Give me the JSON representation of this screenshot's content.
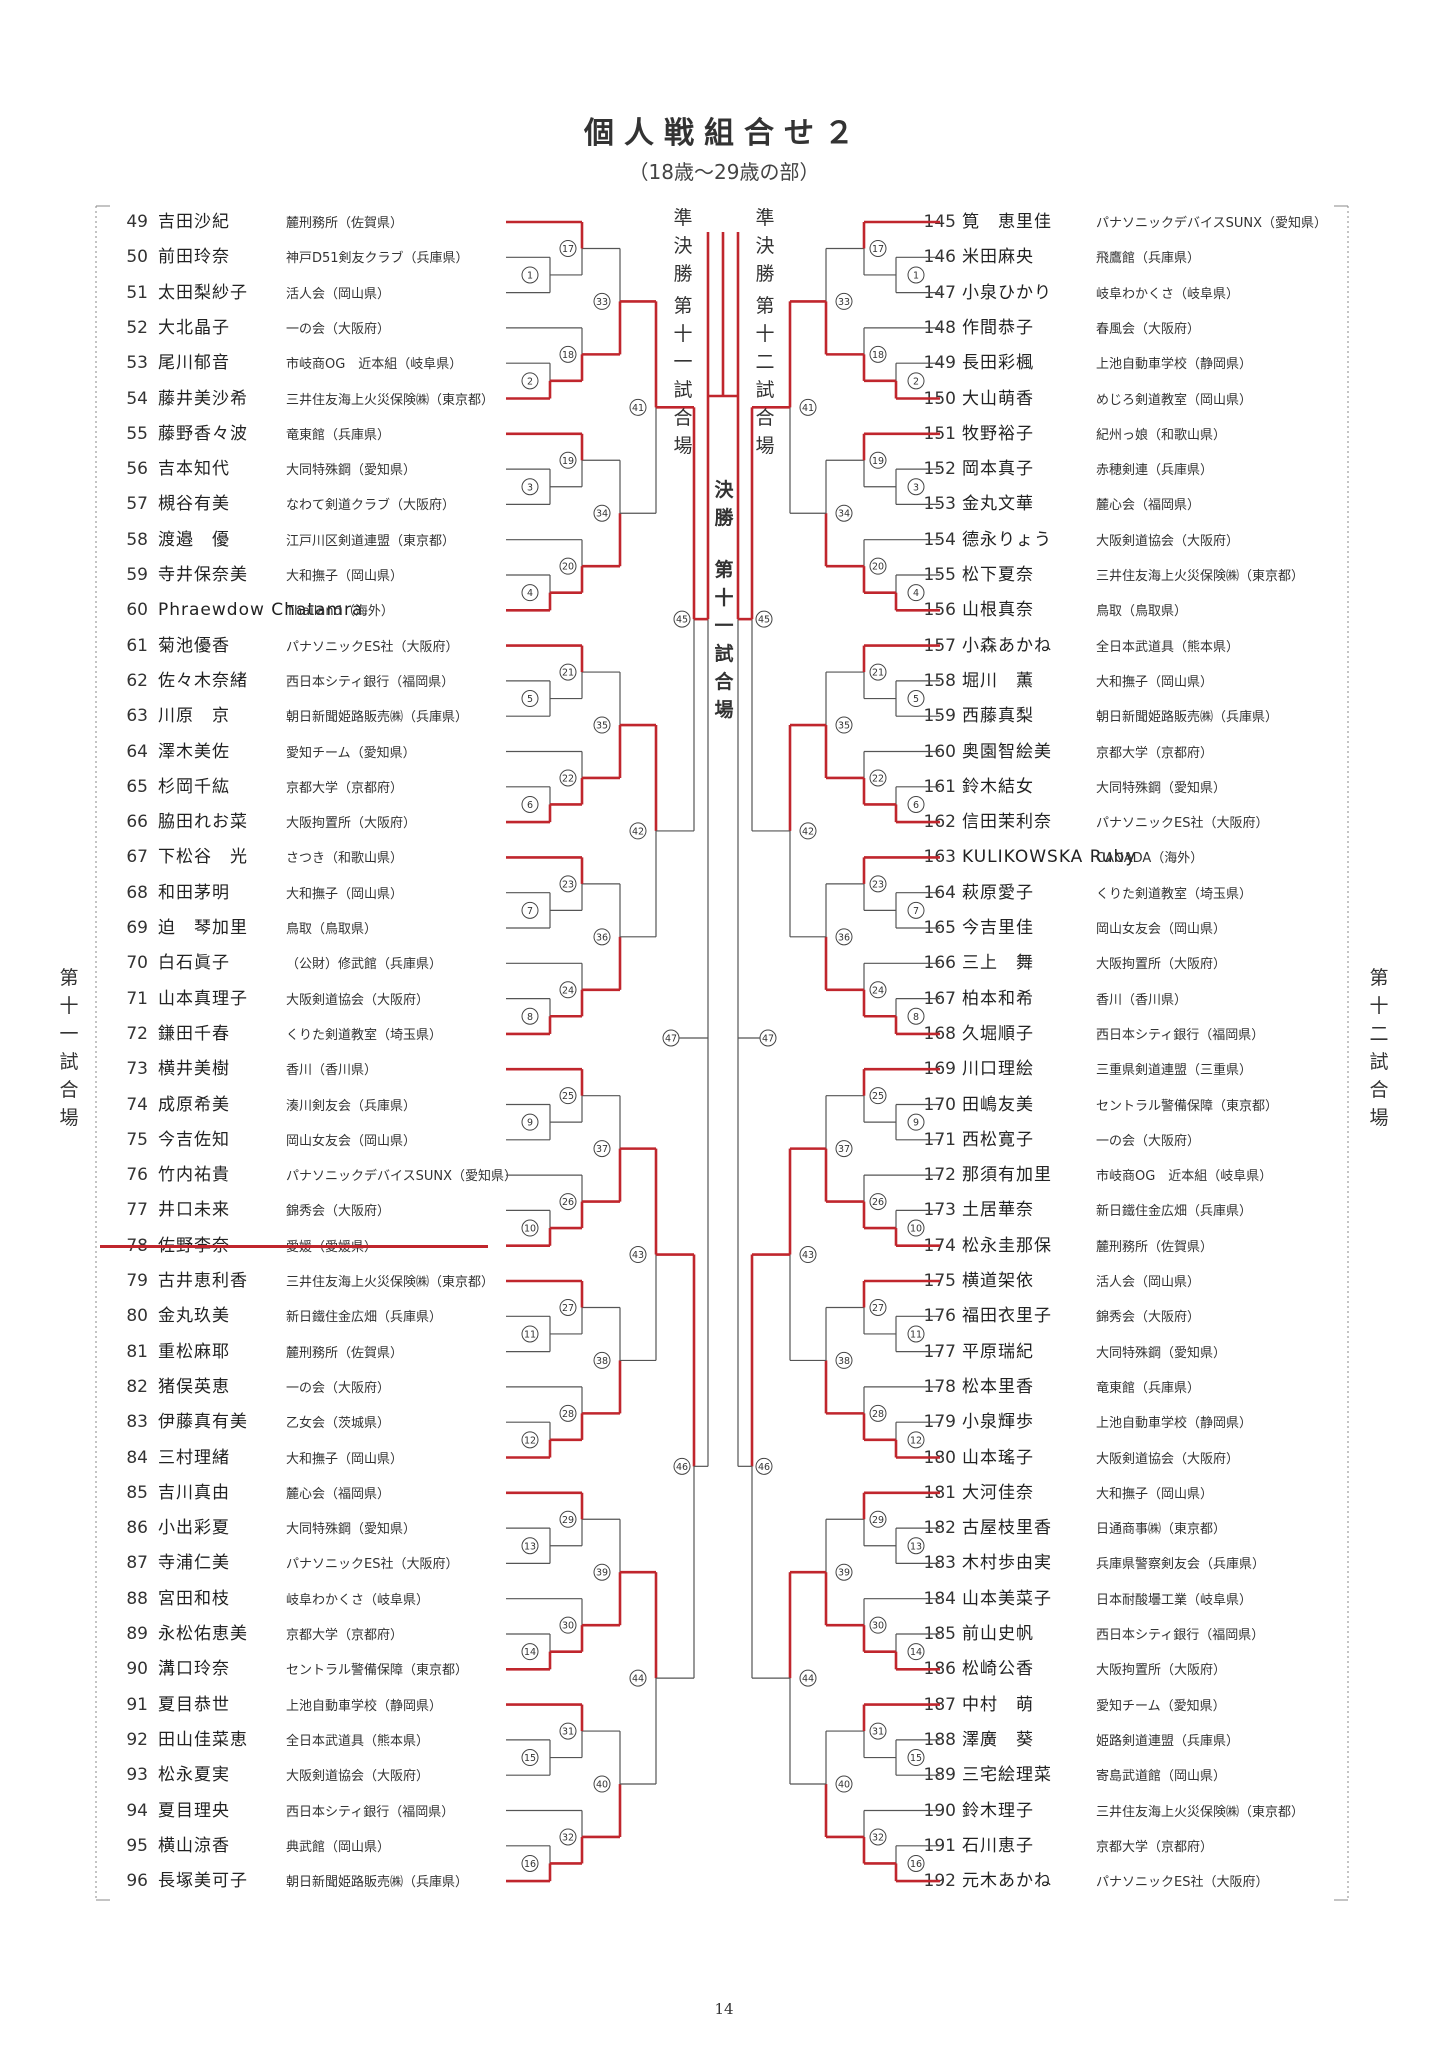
{
  "title": "個人戦組合せ２",
  "subtitle": "（18歳～29歳の部）",
  "page_number": "14",
  "labels": {
    "semifinal": "準決勝",
    "final": "決勝",
    "court_11": "第十一試合場",
    "court_12": "第十二試合場"
  },
  "left_entries": [
    {
      "num": "49",
      "name": "吉田沙紀",
      "club": "麓刑務所（佐賀県）"
    },
    {
      "num": "50",
      "name": "前田玲奈",
      "club": "神戸D51剣友クラブ（兵庫県）"
    },
    {
      "num": "51",
      "name": "太田梨紗子",
      "club": "活人会（岡山県）"
    },
    {
      "num": "52",
      "name": "大北晶子",
      "club": "一の会（大阪府）"
    },
    {
      "num": "53",
      "name": "尾川郁音",
      "club": "市岐商OG　近本組（岐阜県）"
    },
    {
      "num": "54",
      "name": "藤井美沙希",
      "club": "三井住友海上火災保険㈱（東京都）"
    },
    {
      "num": "55",
      "name": "藤野香々波",
      "club": "竜東館（兵庫県）"
    },
    {
      "num": "56",
      "name": "吉本知代",
      "club": "大同特殊鋼（愛知県）"
    },
    {
      "num": "57",
      "name": "槻谷有美",
      "club": "なわて剣道クラブ（大阪府）"
    },
    {
      "num": "58",
      "name": "渡邉　優",
      "club": "江戸川区剣道連盟（東京都）"
    },
    {
      "num": "59",
      "name": "寺井保奈美",
      "club": "大和撫子（岡山県）"
    },
    {
      "num": "60",
      "name": "Phraewdow Chatamra",
      "club": "Thailand（海外）"
    },
    {
      "num": "61",
      "name": "菊池優香",
      "club": "パナソニックES社（大阪府）"
    },
    {
      "num": "62",
      "name": "佐々木奈緒",
      "club": "西日本シティ銀行（福岡県）"
    },
    {
      "num": "63",
      "name": "川原　京",
      "club": "朝日新聞姫路販売㈱（兵庫県）"
    },
    {
      "num": "64",
      "name": "澤木美佐",
      "club": "愛知チーム（愛知県）"
    },
    {
      "num": "65",
      "name": "杉岡千紘",
      "club": "京都大学（京都府）"
    },
    {
      "num": "66",
      "name": "脇田れお菜",
      "club": "大阪拘置所（大阪府）"
    },
    {
      "num": "67",
      "name": "下松谷　光",
      "club": "さつき（和歌山県）"
    },
    {
      "num": "68",
      "name": "和田茅明",
      "club": "大和撫子（岡山県）"
    },
    {
      "num": "69",
      "name": "迫　琴加里",
      "club": "鳥取（鳥取県）"
    },
    {
      "num": "70",
      "name": "白石眞子",
      "club": "（公財）修武館（兵庫県）"
    },
    {
      "num": "71",
      "name": "山本真理子",
      "club": "大阪剣道協会（大阪府）"
    },
    {
      "num": "72",
      "name": "鎌田千春",
      "club": "くりた剣道教室（埼玉県）"
    },
    {
      "num": "73",
      "name": "横井美樹",
      "club": "香川（香川県）"
    },
    {
      "num": "74",
      "name": "成原希美",
      "club": "湊川剣友会（兵庫県）"
    },
    {
      "num": "75",
      "name": "今吉佐知",
      "club": "岡山女友会（岡山県）"
    },
    {
      "num": "76",
      "name": "竹内祐貴",
      "club": "パナソニックデバイスSUNX（愛知県）"
    },
    {
      "num": "77",
      "name": "井口未来",
      "club": "錦秀会（大阪府）"
    },
    {
      "num": "78",
      "name": "佐野李奈",
      "club": "愛媛（愛媛県）"
    },
    {
      "num": "79",
      "name": "古井恵利香",
      "club": "三井住友海上火災保険㈱（東京都）"
    },
    {
      "num": "80",
      "name": "金丸玖美",
      "club": "新日鐵住金広畑（兵庫県）"
    },
    {
      "num": "81",
      "name": "重松麻耶",
      "club": "麓刑務所（佐賀県）"
    },
    {
      "num": "82",
      "name": "猪俣英恵",
      "club": "一の会（大阪府）"
    },
    {
      "num": "83",
      "name": "伊藤真有美",
      "club": "乙女会（茨城県）"
    },
    {
      "num": "84",
      "name": "三村理緒",
      "club": "大和撫子（岡山県）"
    },
    {
      "num": "85",
      "name": "吉川真由",
      "club": "麓心会（福岡県）"
    },
    {
      "num": "86",
      "name": "小出彩夏",
      "club": "大同特殊鋼（愛知県）"
    },
    {
      "num": "87",
      "name": "寺浦仁美",
      "club": "パナソニックES社（大阪府）"
    },
    {
      "num": "88",
      "name": "宮田和枝",
      "club": "岐阜わかくさ（岐阜県）"
    },
    {
      "num": "89",
      "name": "永松佑恵美",
      "club": "京都大学（京都府）"
    },
    {
      "num": "90",
      "name": "溝口玲奈",
      "club": "セントラル警備保障（東京都）"
    },
    {
      "num": "91",
      "name": "夏目恭世",
      "club": "上池自動車学校（静岡県）"
    },
    {
      "num": "92",
      "name": "田山佳菜恵",
      "club": "全日本武道具（熊本県）"
    },
    {
      "num": "93",
      "name": "松永夏実",
      "club": "大阪剣道協会（大阪府）"
    },
    {
      "num": "94",
      "name": "夏目理央",
      "club": "西日本シティ銀行（福岡県）"
    },
    {
      "num": "95",
      "name": "横山涼香",
      "club": "典武館（岡山県）"
    },
    {
      "num": "96",
      "name": "長塚美可子",
      "club": "朝日新聞姫路販売㈱（兵庫県）"
    }
  ],
  "right_entries": [
    {
      "num": "145",
      "name": "筧　恵里佳",
      "club": "パナソニックデバイスSUNX（愛知県）"
    },
    {
      "num": "146",
      "name": "米田麻央",
      "club": "飛鷹館（兵庫県）"
    },
    {
      "num": "147",
      "name": "小泉ひかり",
      "club": "岐阜わかくさ（岐阜県）"
    },
    {
      "num": "148",
      "name": "作間恭子",
      "club": "春風会（大阪府）"
    },
    {
      "num": "149",
      "name": "長田彩楓",
      "club": "上池自動車学校（静岡県）"
    },
    {
      "num": "150",
      "name": "大山萌香",
      "club": "めじろ剣道教室（岡山県）"
    },
    {
      "num": "151",
      "name": "牧野裕子",
      "club": "紀州っ娘（和歌山県）"
    },
    {
      "num": "152",
      "name": "岡本真子",
      "club": "赤穂剣連（兵庫県）"
    },
    {
      "num": "153",
      "name": "金丸文華",
      "club": "麓心会（福岡県）"
    },
    {
      "num": "154",
      "name": "德永りょう",
      "club": "大阪剣道協会（大阪府）"
    },
    {
      "num": "155",
      "name": "松下夏奈",
      "club": "三井住友海上火災保険㈱（東京都）"
    },
    {
      "num": "156",
      "name": "山根真奈",
      "club": "鳥取（鳥取県）"
    },
    {
      "num": "157",
      "name": "小森あかね",
      "club": "全日本武道具（熊本県）"
    },
    {
      "num": "158",
      "name": "堀川　薫",
      "club": "大和撫子（岡山県）"
    },
    {
      "num": "159",
      "name": "西藤真梨",
      "club": "朝日新聞姫路販売㈱（兵庫県）"
    },
    {
      "num": "160",
      "name": "奥園智絵美",
      "club": "京都大学（京都府）"
    },
    {
      "num": "161",
      "name": "鈴木結女",
      "club": "大同特殊鋼（愛知県）"
    },
    {
      "num": "162",
      "name": "信田茉利奈",
      "club": "パナソニックES社（大阪府）"
    },
    {
      "num": "163",
      "name": "KULIKOWSKA Ruby",
      "club": "CANADA（海外）"
    },
    {
      "num": "164",
      "name": "萩原愛子",
      "club": "くりた剣道教室（埼玉県）"
    },
    {
      "num": "165",
      "name": "今吉里佳",
      "club": "岡山女友会（岡山県）"
    },
    {
      "num": "166",
      "name": "三上　舞",
      "club": "大阪拘置所（大阪府）"
    },
    {
      "num": "167",
      "name": "柏本和希",
      "club": "香川（香川県）"
    },
    {
      "num": "168",
      "name": "久堀順子",
      "club": "西日本シティ銀行（福岡県）"
    },
    {
      "num": "169",
      "name": "川口理絵",
      "club": "三重県剣道連盟（三重県）"
    },
    {
      "num": "170",
      "name": "田嶋友美",
      "club": "セントラル警備保障（東京都）"
    },
    {
      "num": "171",
      "name": "西松寛子",
      "club": "一の会（大阪府）"
    },
    {
      "num": "172",
      "name": "那須有加里",
      "club": "市岐商OG　近本組（岐阜県）"
    },
    {
      "num": "173",
      "name": "土居華奈",
      "club": "新日鐵住金広畑（兵庫県）"
    },
    {
      "num": "174",
      "name": "松永圭那保",
      "club": "麓刑務所（佐賀県）"
    },
    {
      "num": "175",
      "name": "横道架依",
      "club": "活人会（岡山県）"
    },
    {
      "num": "176",
      "name": "福田衣里子",
      "club": "錦秀会（大阪府）"
    },
    {
      "num": "177",
      "name": "平原瑞紀",
      "club": "大同特殊鋼（愛知県）"
    },
    {
      "num": "178",
      "name": "松本里香",
      "club": "竜東館（兵庫県）"
    },
    {
      "num": "179",
      "name": "小泉輝歩",
      "club": "上池自動車学校（静岡県）"
    },
    {
      "num": "180",
      "name": "山本瑤子",
      "club": "大阪剣道協会（大阪府）"
    },
    {
      "num": "181",
      "name": "大河佳奈",
      "club": "大和撫子（岡山県）"
    },
    {
      "num": "182",
      "name": "古屋枝里香",
      "club": "日通商事㈱（東京都）"
    },
    {
      "num": "183",
      "name": "木村歩由実",
      "club": "兵庫県警察剣友会（兵庫県）"
    },
    {
      "num": "184",
      "name": "山本美菜子",
      "club": "日本耐酸壜工業（岐阜県）"
    },
    {
      "num": "185",
      "name": "前山史帆",
      "club": "西日本シティ銀行（福岡県）"
    },
    {
      "num": "186",
      "name": "松崎公香",
      "club": "大阪拘置所（大阪府）"
    },
    {
      "num": "187",
      "name": "中村　萌",
      "club": "愛知チーム（愛知県）"
    },
    {
      "num": "188",
      "name": "澤廣　葵",
      "club": "姫路剣道連盟（兵庫県）"
    },
    {
      "num": "189",
      "name": "三宅絵理菜",
      "club": "寄島武道館（岡山県）"
    },
    {
      "num": "190",
      "name": "鈴木理子",
      "club": "三井住友海上火災保険㈱（東京都）"
    },
    {
      "num": "191",
      "name": "石川恵子",
      "club": "京都大学（京都府）"
    },
    {
      "num": "192",
      "name": "元木あかね",
      "club": "パナソニックES社（大阪府）"
    }
  ],
  "match_numbers": {
    "r1": [
      "1",
      "2",
      "3",
      "4",
      "5",
      "6",
      "7",
      "8",
      "9",
      "10",
      "11",
      "12",
      "13",
      "14",
      "15",
      "16"
    ],
    "r2": [
      "17",
      "18",
      "19",
      "20",
      "21",
      "22",
      "23",
      "24",
      "25",
      "26",
      "27",
      "28",
      "29",
      "30",
      "31",
      "32"
    ],
    "r3": [
      "33",
      "34",
      "35",
      "36",
      "37",
      "38",
      "39",
      "40"
    ],
    "r4": [
      "41",
      "42",
      "43",
      "44"
    ],
    "r5": [
      "45",
      "46"
    ],
    "r6": [
      "47"
    ]
  },
  "colors": {
    "ink": "#555555",
    "winner_line": "#c0262d",
    "text": "#222222"
  },
  "withdrawn_entries": [
    "78"
  ]
}
